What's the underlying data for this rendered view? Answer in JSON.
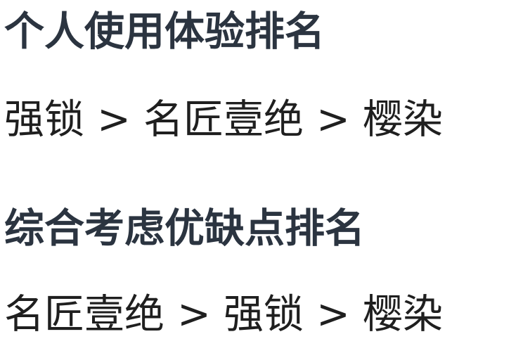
{
  "sections": [
    {
      "heading": "个人使用体验排名",
      "ranking": "强锁 > 名匠壹绝 > 樱染"
    },
    {
      "heading": "综合考虑优缺点排名",
      "ranking": "名匠壹绝 > 强锁 > 樱染"
    }
  ]
}
